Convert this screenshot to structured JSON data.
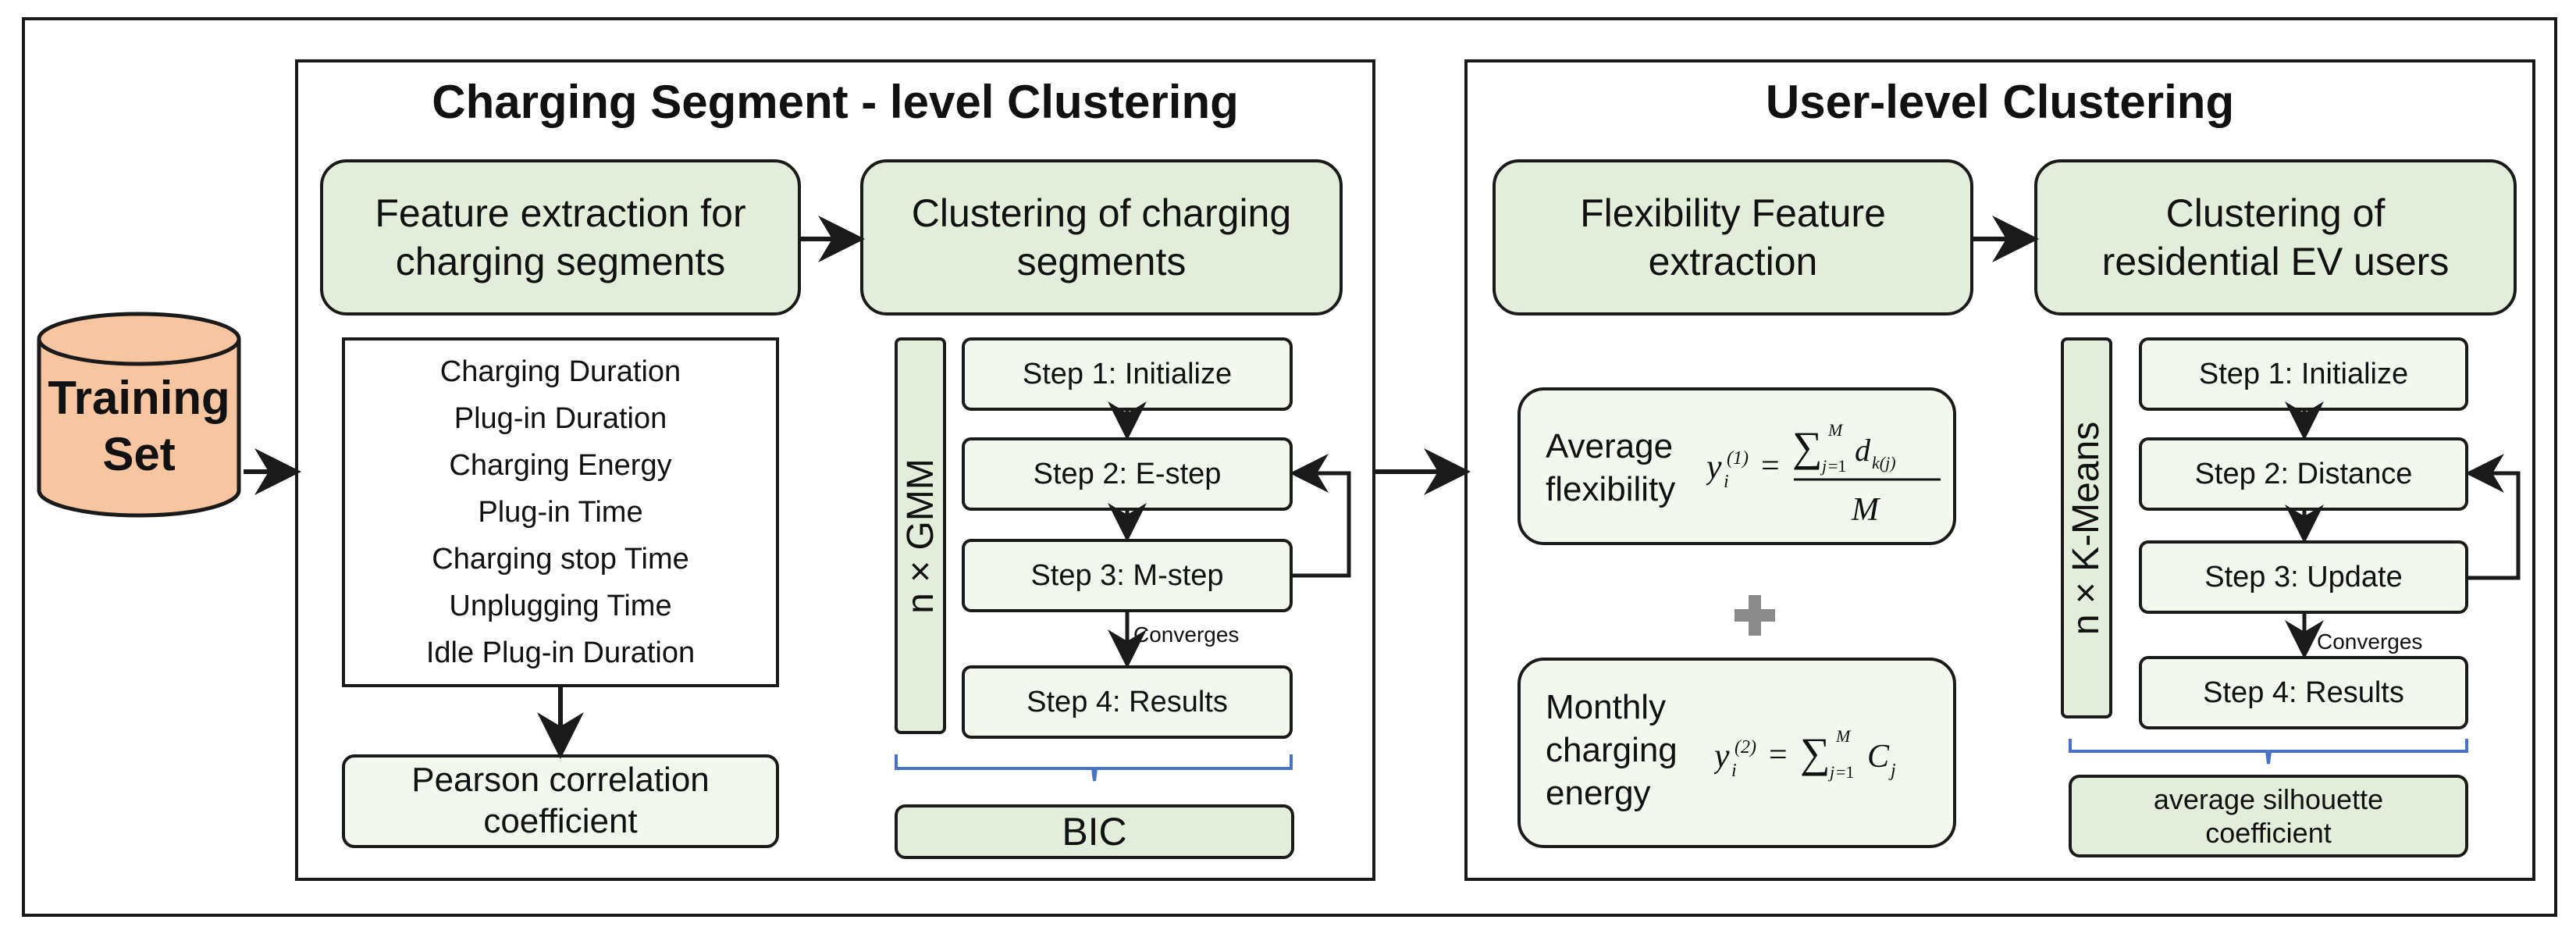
{
  "training_set": {
    "line1": "Training",
    "line2": "Set"
  },
  "segment_panel": {
    "title": "Charging Segment - level Clustering",
    "feature_box": {
      "line1": "Feature extraction for",
      "line2": "charging segments"
    },
    "cluster_box": {
      "line1": "Clustering of charging",
      "line2": "segments"
    },
    "features": [
      "Charging Duration",
      "Plug-in Duration",
      "Charging Energy",
      "Plug-in Time",
      "Charging stop Time",
      "Unplugging Time",
      "Idle Plug-in Duration"
    ],
    "pearson": {
      "line1": "Pearson correlation",
      "line2": "coefficient"
    },
    "method_label": "n × GMM",
    "steps": [
      "Step 1: Initialize",
      "Step 2: E-step",
      "Step 3: M-step",
      "Step 4: Results"
    ],
    "converges": "Converges",
    "criterion": "BIC"
  },
  "user_panel": {
    "title": "User-level Clustering",
    "feature_box": {
      "line1": "Flexibility Feature",
      "line2": "extraction"
    },
    "cluster_box": {
      "line1": "Clustering of",
      "line2": "residential EV users"
    },
    "avg_flex": {
      "line1": "Average",
      "line2": "flexibility"
    },
    "monthly": {
      "line1": "Monthly",
      "line2": "charging",
      "line3": "energy"
    },
    "plus": "+",
    "method_label": "n × K-Means",
    "steps": [
      "Step 1: Initialize",
      "Step 2: Distance",
      "Step 3: Update",
      "Step 4: Results"
    ],
    "converges": "Converges",
    "criterion": {
      "line1": "average silhouette",
      "line2": "coefficient"
    }
  },
  "colors": {
    "cylinder_fill": "#f7c6a1",
    "box_green": "#e2eed9",
    "box_light": "#f3f8ef",
    "brace_blue": "#4a72c4",
    "plus_gray": "#8a8a8a"
  }
}
